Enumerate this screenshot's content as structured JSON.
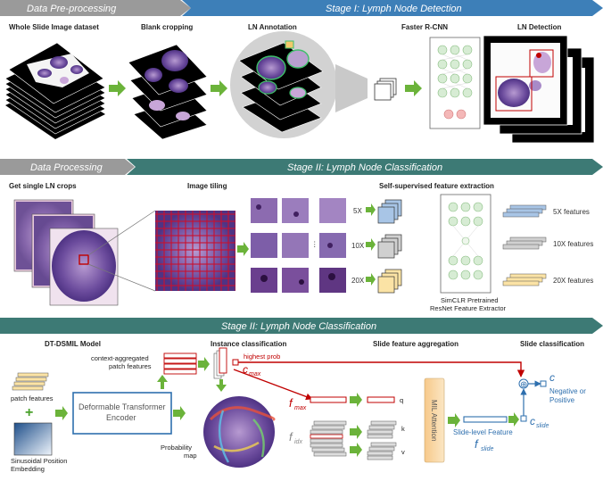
{
  "banners": {
    "preprocessing": "Data Pre-processing",
    "stage1": "Stage I: Lymph Node Detection",
    "processing": "Data Processing",
    "stage2_top": "Stage II: Lymph Node Classification",
    "stage2_bottom": "Stage II: Lymph Node Classification"
  },
  "row1": {
    "wsi_dataset": "Whole Slide Image dataset",
    "blank_cropping": "Blank cropping",
    "ln_annotation": "LN Annotation",
    "faster_rcnn": "Faster R-CNN",
    "ln_detection": "LN Detection"
  },
  "row2": {
    "single_crops": "Get single LN crops",
    "image_tiling": "Image tiling",
    "ssl": "Self-supervised feature extraction",
    "mag": [
      "5X",
      "10X",
      "20X"
    ],
    "features": [
      "5X features",
      "10X features",
      "20X features"
    ],
    "extractor": [
      "SimCLR Pretrained",
      "ResNet Feature Extractor"
    ]
  },
  "row3": {
    "dtdsmil": "DT-DSMIL Model",
    "instance_cls": "Instance classification",
    "slide_agg": "Slide feature aggregation",
    "slide_cls": "Slide classification",
    "context": [
      "context-aggregated",
      "patch features"
    ],
    "patch_features": "patch features",
    "encoder": [
      "Deformable Transformer",
      "Encoder"
    ],
    "position": [
      "Sinusoidal Position",
      "Embedding"
    ],
    "highest_prob": "highest prob",
    "c_max": "c",
    "c_max_sub": "max",
    "f_max": "f",
    "f_max_sub": "max",
    "f_idx": "f",
    "f_idx_sub": "idx",
    "prob_map": [
      "Probability",
      "map"
    ],
    "q": "q",
    "k": "k",
    "v": "v",
    "mil": "MIL Attention",
    "slide_feature": "Slide-level Feature",
    "f_slide": "f",
    "f_slide_sub": "slide",
    "c_slide": "c",
    "c_slide_sub": "slide",
    "c": "c",
    "outcome": [
      "Negative or",
      "Positive"
    ],
    "plus": "+",
    "oplus": "⊕",
    "dots": "⋮"
  },
  "colors": {
    "banner_gray": "#9a9a9a",
    "banner_blue": "#3d7fb8",
    "banner_teal": "#3d7a75",
    "arrow_green": "#6bb33a",
    "red": "#c00000",
    "blue": "#2e6fae"
  }
}
